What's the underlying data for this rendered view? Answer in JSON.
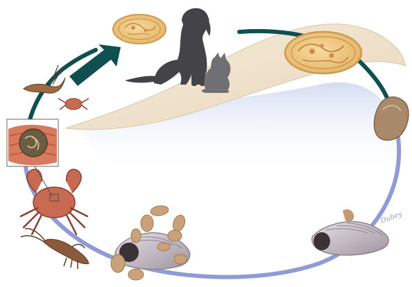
{
  "diagram": {
    "signature": "Dubey",
    "colors": {
      "cycle_arrow": "#0f4f50",
      "cycle_lower": "#8f9bd6",
      "land": "#efe3cf",
      "egg_shell": "#f0c77a",
      "egg_inner": "#c9955a",
      "snail_shell": "#b7acb6",
      "crab": "#c86a52",
      "crayfish": "#8a5a3a",
      "animal": "#444448",
      "cat": "#6f6f74"
    },
    "stages": [
      "egg-in-feces",
      "dog-and-cat-definitive-hosts",
      "embryonated-egg",
      "miracidium",
      "first-intermediate-snail-host",
      "cercariae-released",
      "crab-second-intermediate-host",
      "crayfish-second-intermediate-host",
      "metacercaria-in-muscle"
    ]
  }
}
